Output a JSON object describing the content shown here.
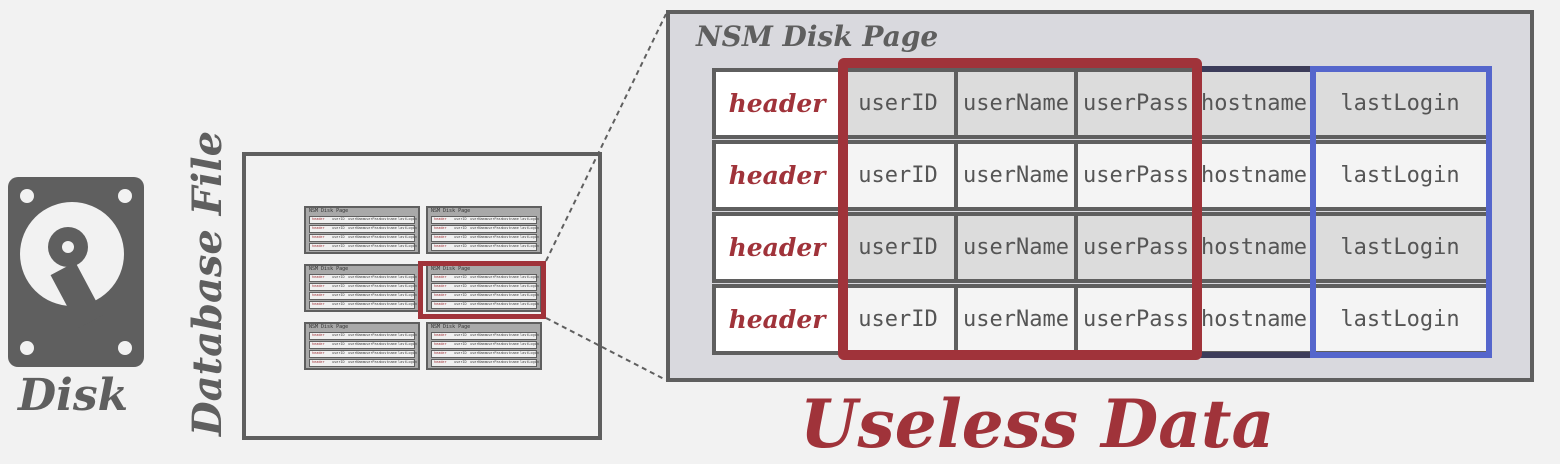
{
  "disk": {
    "label": "Disk"
  },
  "database_file": {
    "label": "Database File",
    "mini_page_title": "NSM Disk Page",
    "mini_row_cells": [
      "header",
      "userID",
      "userName",
      "userPass",
      "hostname",
      "lastLogin"
    ]
  },
  "nsm_page": {
    "title": "NSM Disk Page",
    "columns": [
      "header",
      "userID",
      "userName",
      "userPass",
      "hostname",
      "lastLogin"
    ],
    "rows": [
      [
        "header",
        "userID",
        "userName",
        "userPass",
        "hostname",
        "lastLogin"
      ],
      [
        "header",
        "userID",
        "userName",
        "userPass",
        "hostname",
        "lastLogin"
      ],
      [
        "header",
        "userID",
        "userName",
        "userPass",
        "hostname",
        "lastLogin"
      ],
      [
        "header",
        "userID",
        "userName",
        "userPass",
        "hostname",
        "lastLogin"
      ]
    ]
  },
  "caption": "Useless Data",
  "colors": {
    "accent_red": "#a0333a",
    "accent_blue": "#5566cc",
    "gray": "#5f5f5f",
    "navy": "#3c3c5a"
  },
  "icons": [
    "disk-icon"
  ]
}
